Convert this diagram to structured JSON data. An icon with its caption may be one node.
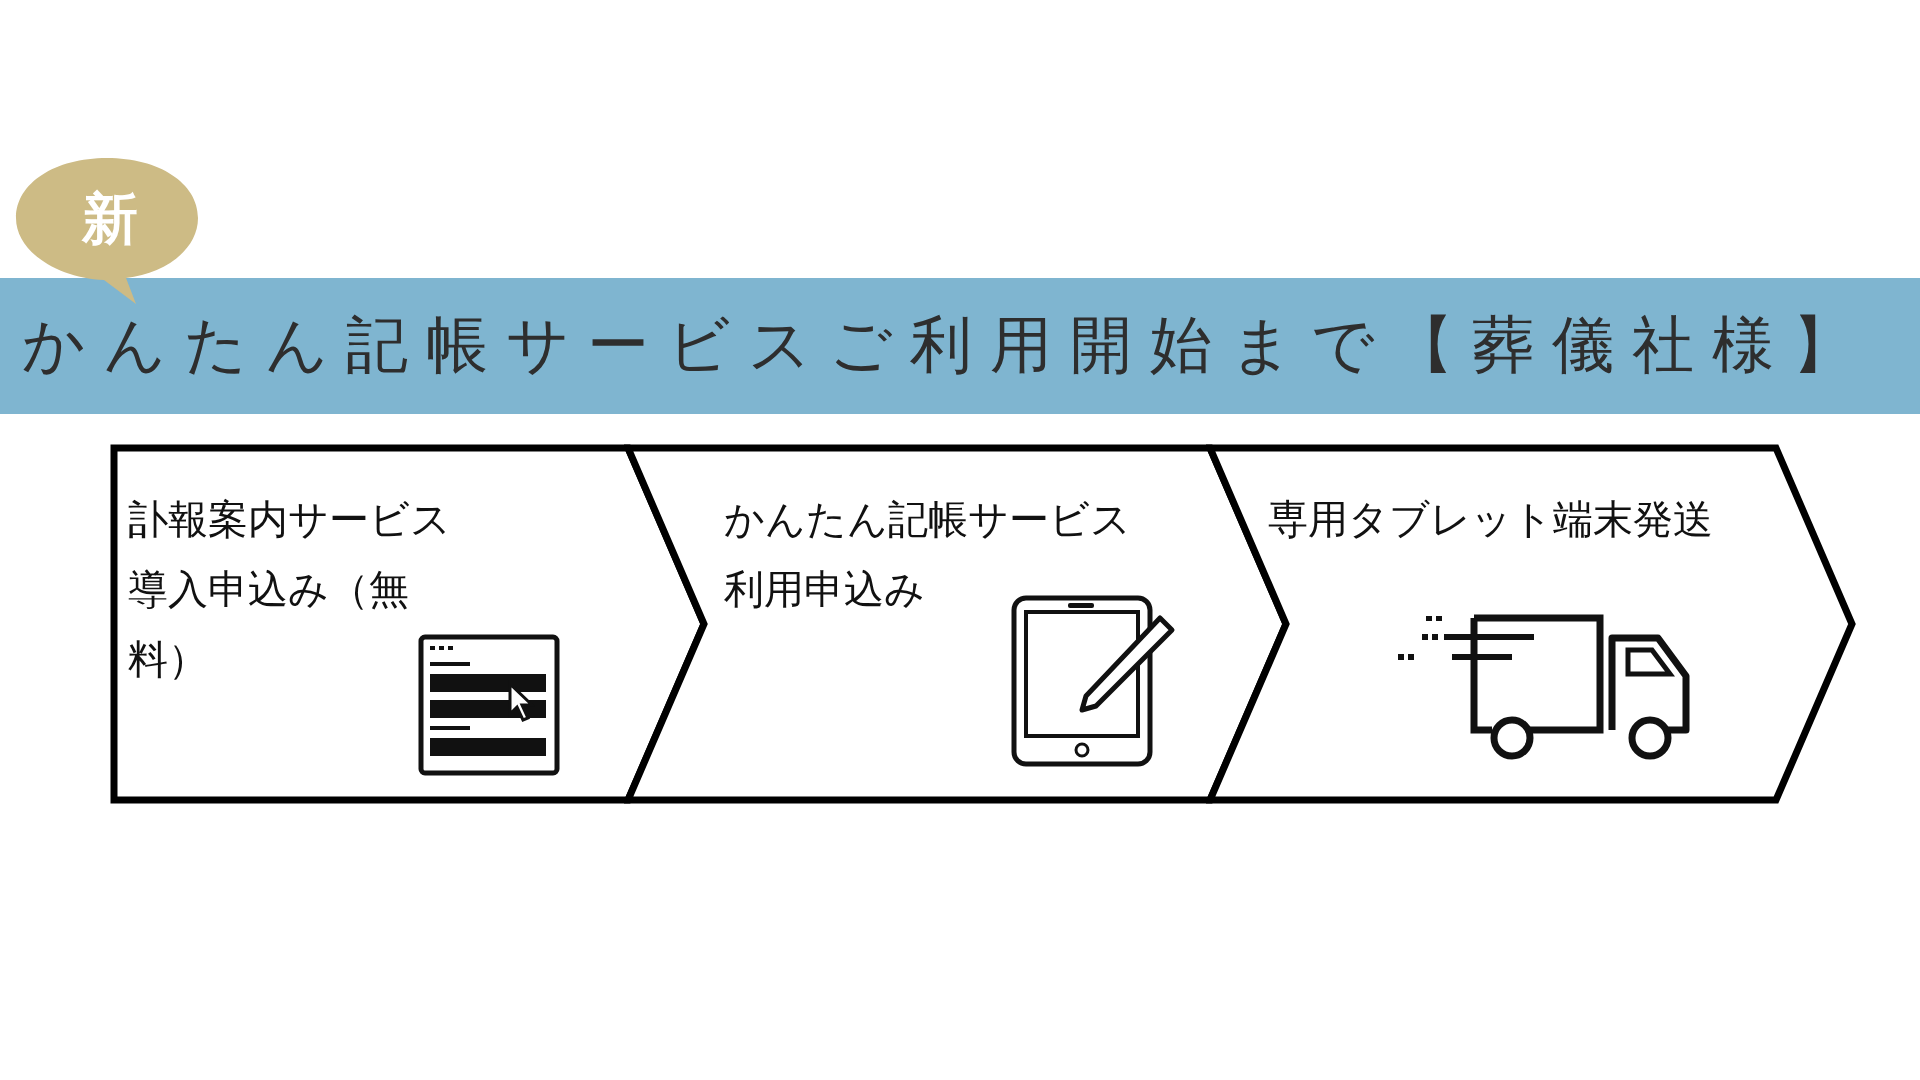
{
  "diagram": {
    "title": "かんたん記帳サービスご利用開始まで【葬儀社様】",
    "nodes": [
      {
        "text": [
          "新"
        ]
      },
      {
        "text": [
          "訃報案内サービス導入申込み（無料）"
        ]
      },
      {
        "text": [
          "かんたん記帳サービス利用申込み"
        ]
      },
      {
        "text": [
          "専用タブレット端末発送"
        ]
      }
    ]
  }
}
